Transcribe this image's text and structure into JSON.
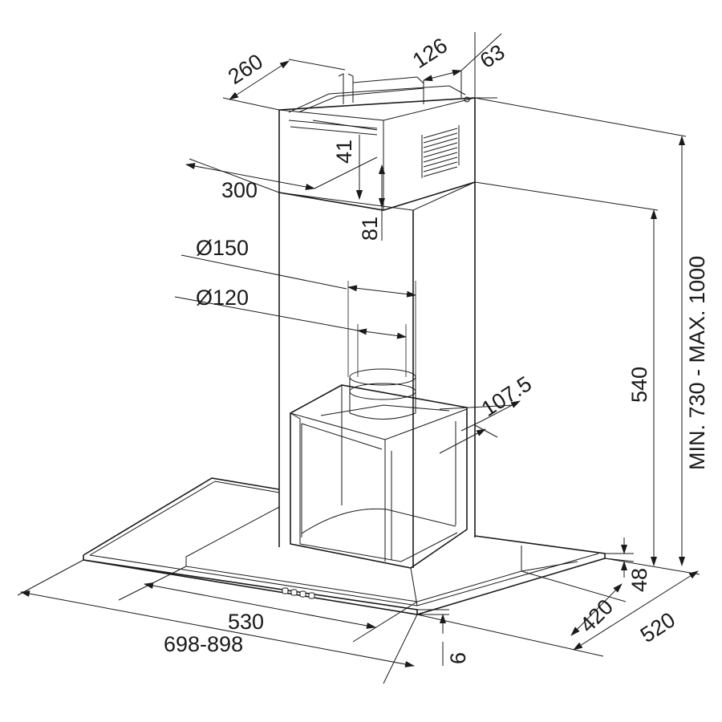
{
  "dimensions": {
    "d260": "260",
    "d126": "126",
    "d63": "63",
    "d41": "41",
    "d300": "300",
    "d81": "81",
    "d150": "Ø150",
    "d120": "Ø120",
    "d107": "107.5",
    "d540": "540",
    "dminmax": "MIN. 730 - MAX. 1000",
    "d48": "48",
    "d420": "420",
    "d520": "520",
    "d530": "530",
    "d698": "698-898",
    "d6": "6"
  },
  "control_buttons": 4
}
